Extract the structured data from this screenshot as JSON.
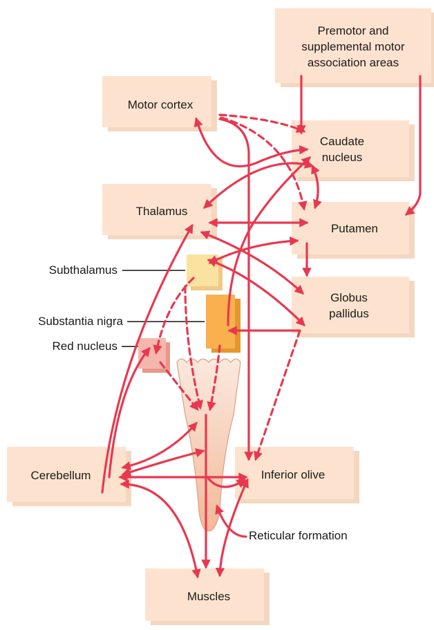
{
  "boxes": {
    "premotor": {
      "lines": [
        "Premotor and",
        "supplemental motor",
        "association areas"
      ]
    },
    "motor_cortex": {
      "lines": [
        "Motor cortex"
      ]
    },
    "caudate": {
      "lines": [
        "Caudate",
        "nucleus"
      ]
    },
    "thalamus": {
      "lines": [
        "Thalamus"
      ]
    },
    "putamen": {
      "lines": [
        "Putamen"
      ]
    },
    "globus": {
      "lines": [
        "Globus",
        "pallidus"
      ]
    },
    "cerebellum": {
      "lines": [
        "Cerebellum"
      ]
    },
    "inferior_olive": {
      "lines": [
        "Inferior olive"
      ]
    },
    "muscles": {
      "lines": [
        "Muscles"
      ]
    }
  },
  "side_labels": {
    "subthalamus": "Subthalamus",
    "substantia_nigra": "Substantia nigra",
    "red_nucleus": "Red nucleus",
    "reticular_formation": "Reticular formation"
  },
  "colors": {
    "arrow": "#e8384f",
    "box_fill": "#fde3cf",
    "subthalamus": "#fbe2a1",
    "substantia_nigra": "#f9b04d",
    "red_nucleus": "#f5b7ad",
    "spinal_cord": "#f7cfb7"
  }
}
